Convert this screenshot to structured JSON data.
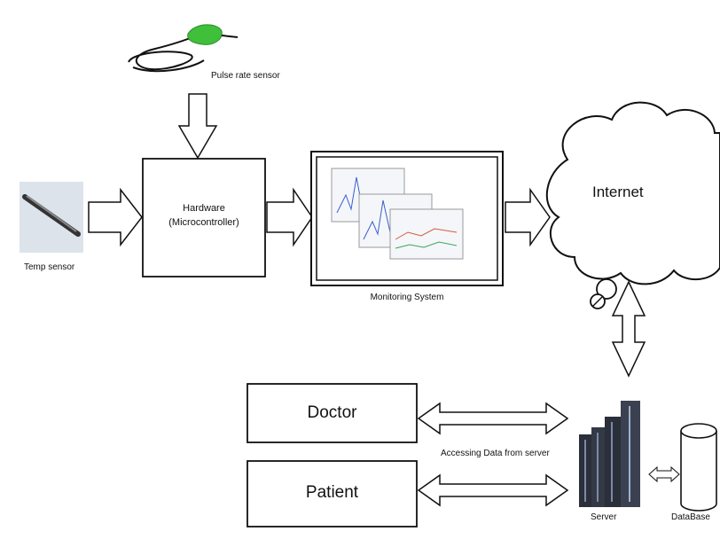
{
  "sensors": {
    "pulse_label": "Pulse rate sensor",
    "temp_label": "Temp sensor"
  },
  "hardware": {
    "line1": "Hardware",
    "line2": "(Microcontroller)"
  },
  "monitoring": {
    "label": "Monitoring System"
  },
  "internet": {
    "label": "Internet"
  },
  "users": {
    "doctor": "Doctor",
    "patient": "Patient"
  },
  "access": {
    "label": "Accessing Data from server"
  },
  "backend": {
    "server_label": "Server",
    "database_label": "DataBase"
  },
  "colors": {
    "outline": "#111111",
    "sensor_green": "#3fbf3a",
    "server_dark": "#2b2f3a"
  }
}
